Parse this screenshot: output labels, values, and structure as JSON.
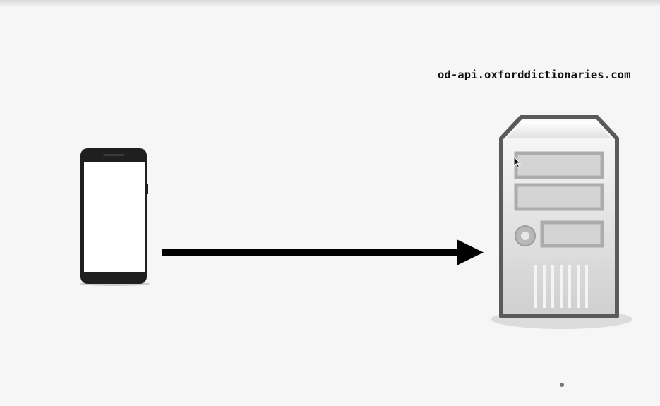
{
  "diagram": {
    "server_label": "od-api.oxforddictionaries.com",
    "nodes": [
      {
        "id": "client",
        "icon": "smartphone-icon"
      },
      {
        "id": "server",
        "icon": "server-tower-icon"
      }
    ],
    "edges": [
      {
        "from": "client",
        "to": "server",
        "style": "solid-arrow"
      }
    ],
    "colors": {
      "background": "#f6f6f6",
      "phone_body": "#1f1f1f",
      "arrow": "#000000",
      "server_frame": "#5a5a5a",
      "server_panel": "#d8d8d8"
    }
  }
}
